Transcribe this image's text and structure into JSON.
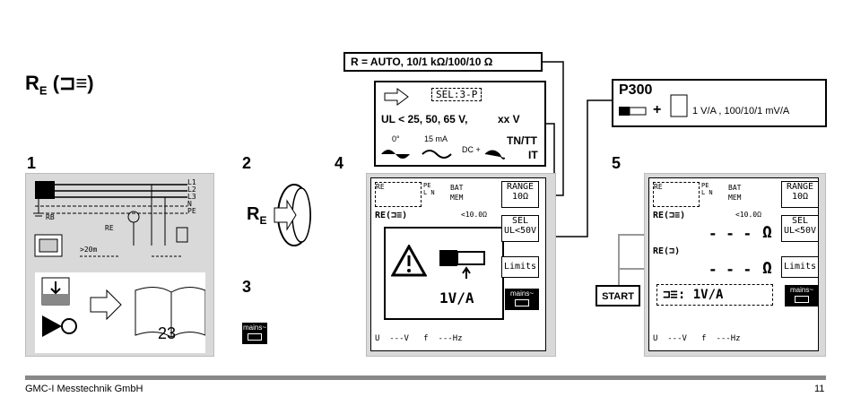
{
  "title": {
    "main": "R",
    "sub": "E",
    "symbol": "(⊐≡)"
  },
  "steps": {
    "s1": "1",
    "s2": "2",
    "s3": "3",
    "s4": "4",
    "s5": "5"
  },
  "step1": {
    "lines": [
      "L1",
      "L2",
      "L3",
      "N",
      "PE"
    ],
    "rb": "RB",
    "re": "RE",
    "dist": ">20m",
    "page": "23"
  },
  "step2": {
    "label": "R",
    "sub": "E"
  },
  "step3": {
    "mains": "mains~"
  },
  "range_box": {
    "text": "R =  AUTO, 10/1 kΩ/100/10 Ω"
  },
  "sel_box": {
    "sel": "SEL:3-P",
    "ul": "UL < 25, 50, 65 V,",
    "xx": "xx V",
    "deg": "0°",
    "ma": "15 mA",
    "dc": "DC +",
    "net1": "TN/TT",
    "net2": "IT"
  },
  "p300_box": {
    "title": "P300",
    "text": "1 V/A , 100/10/1 mV/A",
    "plus": "+"
  },
  "lcd4": {
    "re": "RE",
    "pe": "PE",
    "ln": "L N",
    "bat": "BAT",
    "mem": "MEM",
    "range": "RANGE",
    "range_val": "10Ω",
    "rmode": "RE(⊐≡)",
    "limit": "<10.0Ω",
    "sel": "SEL",
    "ul": "UL<50V",
    "limits": "Limits",
    "mains": "mains~",
    "va": "1V/A",
    "bottom": "U  ---V   f  ---Hz"
  },
  "lcd5": {
    "re": "RE",
    "pe": "PE",
    "ln": "L N",
    "bat": "BAT",
    "mem": "MEM",
    "range": "RANGE",
    "range_val": "10Ω",
    "r1": "RE(⊐≡)",
    "limit": "<10.0Ω",
    "dash1": "- - -",
    "ohm": "Ω",
    "r2": "RE(⊐)",
    "dash2": "- - -",
    "ohm2": "Ω",
    "sel": "SEL",
    "ul": "UL<50V",
    "limits": "Limits",
    "mains": "mains~",
    "va": "⊐≡:  1V/A",
    "bottom": "U  ---V   f  ---Hz"
  },
  "start": "START",
  "footer": {
    "company": "GMC-I Messtechnik GmbH",
    "page": "11"
  }
}
